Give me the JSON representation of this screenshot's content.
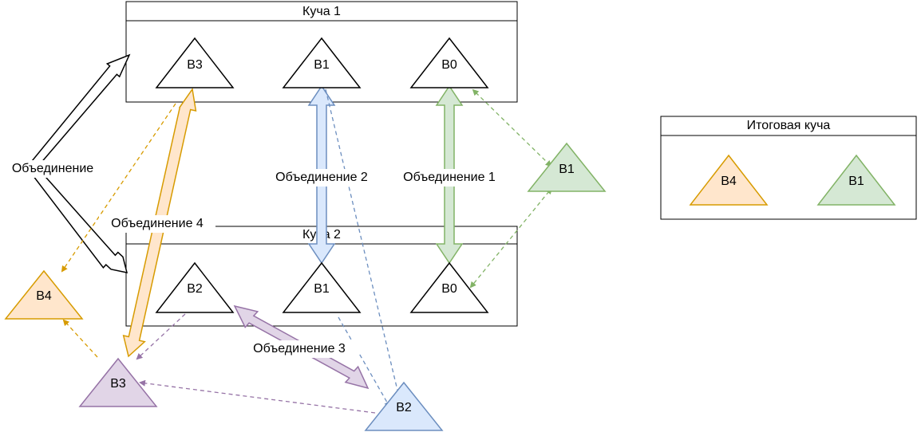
{
  "diagram": {
    "heap1": {
      "title": "Куча 1",
      "trees": [
        "B3",
        "B1",
        "B0"
      ]
    },
    "heap2": {
      "title": "Куча 2",
      "trees": [
        "B2",
        "B1",
        "B0"
      ]
    },
    "result": {
      "title": "Итоговая куча",
      "trees": [
        "B4",
        "B1"
      ]
    },
    "free_trees": {
      "b1_green": "B1",
      "b4_orange": "B4",
      "b3_purple": "B3",
      "b2_blue": "B2"
    },
    "labels": {
      "merge": "Объединение",
      "merge1": "Объединение 1",
      "merge2": "Объединение 2",
      "merge3": "Объединение 3",
      "merge4": "Объединение 4"
    },
    "colors": {
      "green_fill": "#d5e8d4",
      "green_stroke": "#82b366",
      "blue_fill": "#dae8fc",
      "blue_stroke": "#6c8ebf",
      "orange_fill": "#ffe6cc",
      "orange_stroke": "#d79b00",
      "purple_fill": "#e1d5e7",
      "purple_stroke": "#9673a6"
    }
  }
}
